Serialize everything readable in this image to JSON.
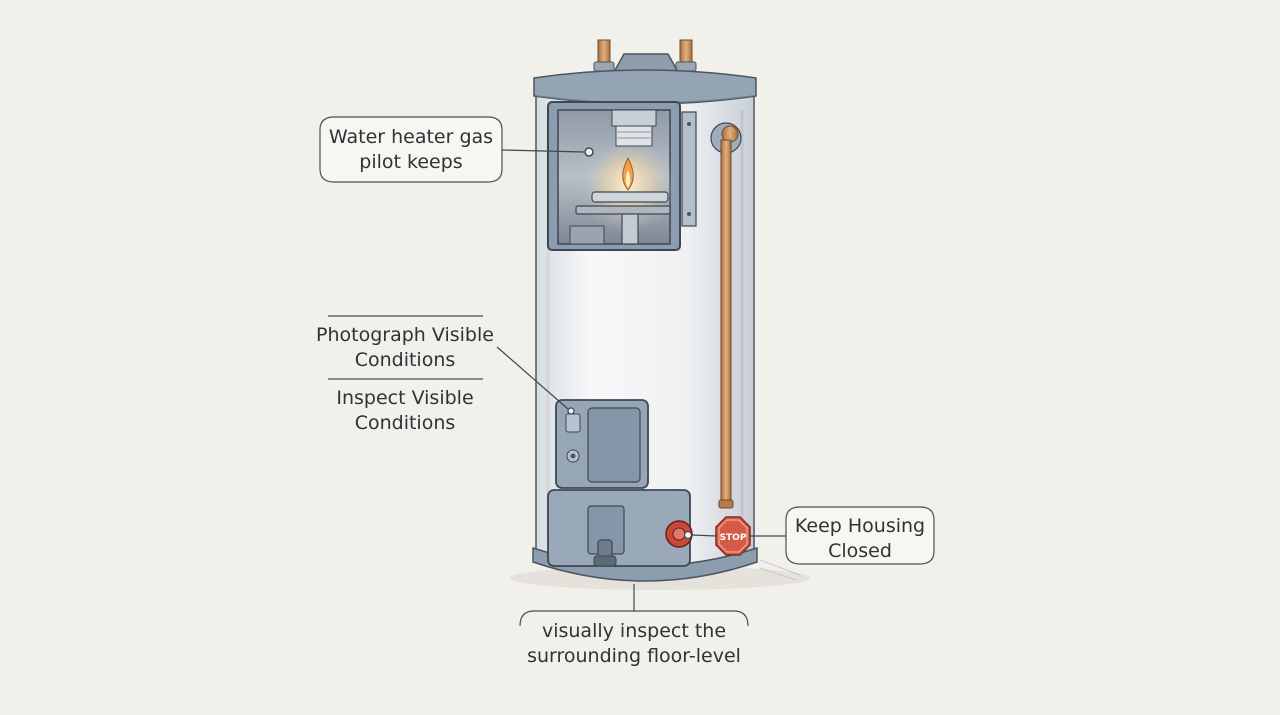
{
  "callouts": {
    "pilot": {
      "lines": [
        "Water heater gas",
        "pilot keeps"
      ]
    },
    "panel": {
      "first": [
        "Photograph Visible",
        "Conditions"
      ],
      "second": [
        "Inspect Visible",
        "Conditions"
      ]
    },
    "housing": {
      "lines": [
        "Keep Housing",
        "Closed"
      ]
    },
    "floor": {
      "lines": [
        "visually inspect the",
        "surrounding floor-level"
      ]
    }
  },
  "valve_label": "STOP",
  "colors": {
    "background": "#f1f0ea",
    "tank_body": "#eef0f2",
    "tank_trim": "#8d9db0",
    "copper": "#c99365",
    "flame": "#f0a24a",
    "stop_sign": "#d65a48",
    "ink": "#2e3338"
  }
}
